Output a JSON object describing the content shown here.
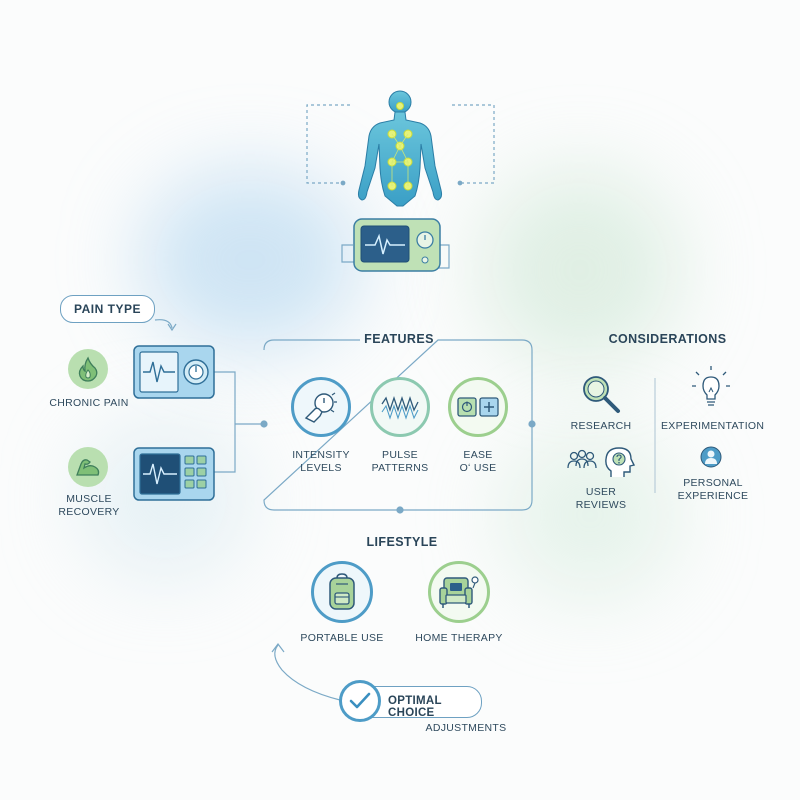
{
  "pain_type": {
    "title": "PAIN TYPE",
    "items": [
      {
        "label": "CHRONIC PAIN"
      },
      {
        "label_line1": "MUSCLE",
        "label_line2": "RECOVERY"
      }
    ]
  },
  "features": {
    "title": "FEATURES",
    "items": [
      {
        "line1": "INTENSITY",
        "line2": "LEVELS"
      },
      {
        "line1": "PULSE",
        "line2": "PATTERNS"
      },
      {
        "line1": "EASE",
        "line2": "Oʻ USE"
      }
    ]
  },
  "considerations": {
    "title": "CONSIDERATIONS",
    "items": {
      "research": "RESEARCH",
      "user_reviews_line1": "USER",
      "user_reviews_line2": "REVIEWS",
      "experimentation": "EXPERIMENTATION",
      "personal_line1": "PERSONAL",
      "personal_line2": "EXPERIENCE"
    }
  },
  "lifestyle": {
    "title": "LIFESTYLE",
    "items": {
      "portable": "PORTABLE USE",
      "home": "HOME THERAPY"
    }
  },
  "outcome": {
    "label": "OPTIMAL CHOICE",
    "sub_label": "ADJUSTMENTS"
  },
  "colors": {
    "accent_blue": "#3a8fc0",
    "accent_green": "#7fb88a",
    "body_teal": "#5cb8d0",
    "text": "#2f4a5e",
    "line": "#7ba9c6"
  },
  "icons": [
    "human-body-figure",
    "tens-device-icon",
    "flame-icon",
    "muscle-arm-icon",
    "hand-dial-icon",
    "pulse-wave-icon",
    "power-plus-buttons-icon",
    "magnifier-icon",
    "people-group-icon",
    "head-question-icon",
    "lightbulb-icon",
    "person-icon",
    "backpack-icon",
    "armchair-icon",
    "checkmark-icon"
  ]
}
